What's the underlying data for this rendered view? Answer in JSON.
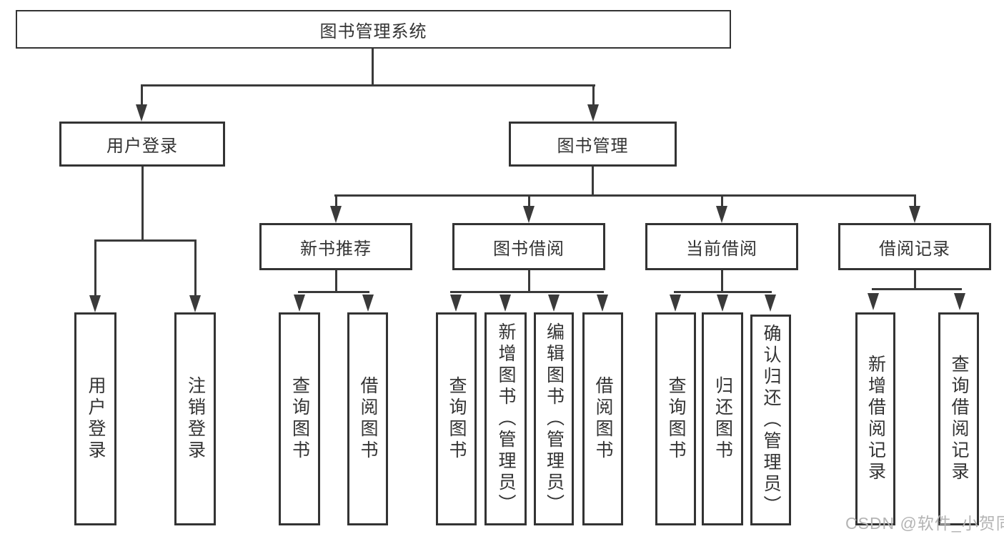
{
  "tree": {
    "root": "图书管理系统",
    "children": [
      {
        "label": "用户登录",
        "children": [
          "用户登录",
          "注销登录"
        ]
      },
      {
        "label": "图书管理",
        "children": [
          {
            "label": "新书推荐",
            "children": [
              "查询图书",
              "借阅图书"
            ]
          },
          {
            "label": "图书借阅",
            "children": [
              "查询图书",
              "新增图书（管理员）",
              "编辑图书（管理员）",
              "借阅图书"
            ]
          },
          {
            "label": "当前借阅",
            "children": [
              "查询图书",
              "归还图书",
              "确认归还（管理员）"
            ]
          },
          {
            "label": "借阅记录",
            "children": [
              "新增借阅记录",
              "查询借阅记录"
            ]
          }
        ]
      }
    ]
  },
  "watermark": {
    "text": "CSDN @软件_小贺同学"
  },
  "colors": {
    "line": "#333333",
    "text": "#333333",
    "watermark": "#b4b4b4",
    "background": "#ffffff"
  }
}
